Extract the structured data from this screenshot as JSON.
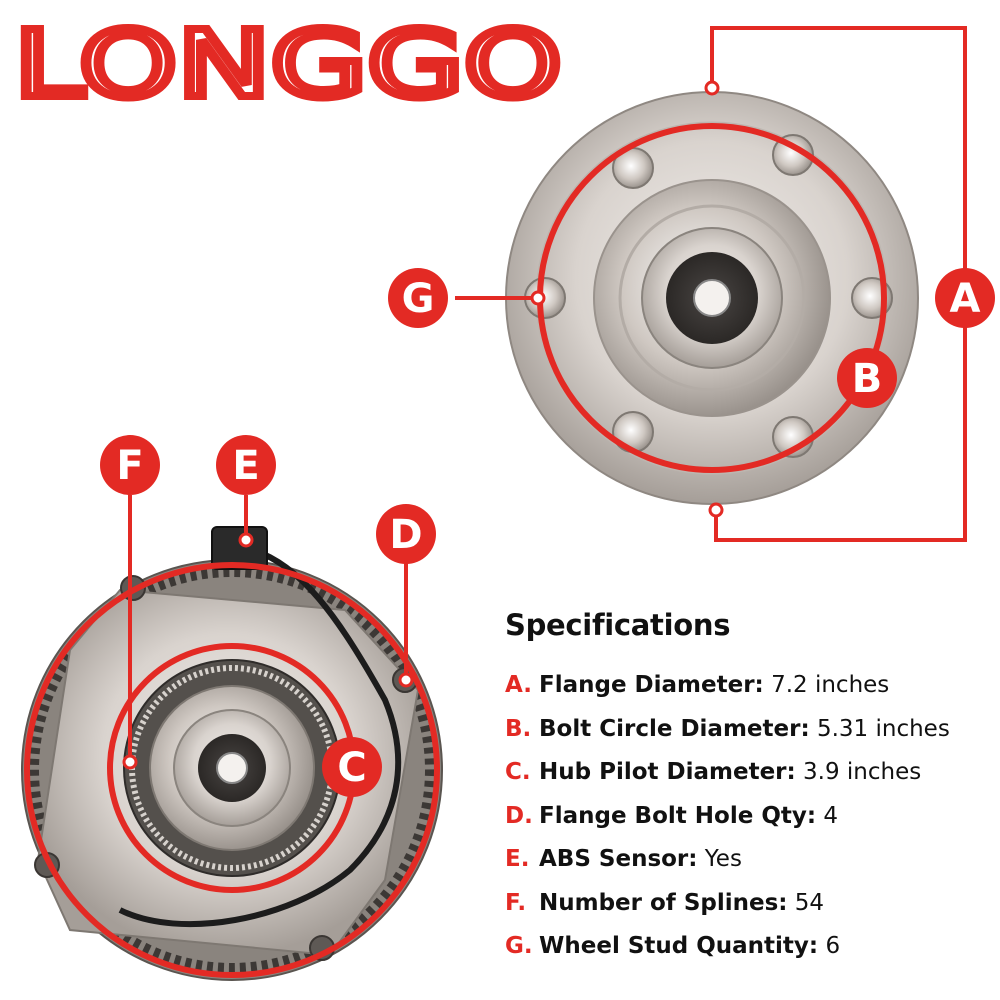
{
  "brand": {
    "name": "LONGGO",
    "color": "#e32a24"
  },
  "callouts": {
    "A": "A",
    "B": "B",
    "C": "C",
    "D": "D",
    "E": "E",
    "F": "F",
    "G": "G"
  },
  "specifications": {
    "title": "Specifications",
    "items": [
      {
        "letter": "A.",
        "name": "Flange Diameter:",
        "value": "7.2 inches"
      },
      {
        "letter": "B.",
        "name": "Bolt Circle Diameter:",
        "value": "5.31 inches"
      },
      {
        "letter": "C.",
        "name": "Hub Pilot Diameter:",
        "value": "3.9 inches"
      },
      {
        "letter": "D.",
        "name": "Flange Bolt Hole Qty:",
        "value": "4"
      },
      {
        "letter": "E.",
        "name": "ABS Sensor:",
        "value": "Yes"
      },
      {
        "letter": "F.",
        "name": "Number of Splines:",
        "value": "54"
      },
      {
        "letter": "G.",
        "name": "Wheel Stud Quantity:",
        "value": "6"
      }
    ]
  },
  "colors": {
    "accent": "#e32a24",
    "metal_light": "#e2ddd8",
    "metal_dark": "#8c8580",
    "bearing": "#222222"
  }
}
